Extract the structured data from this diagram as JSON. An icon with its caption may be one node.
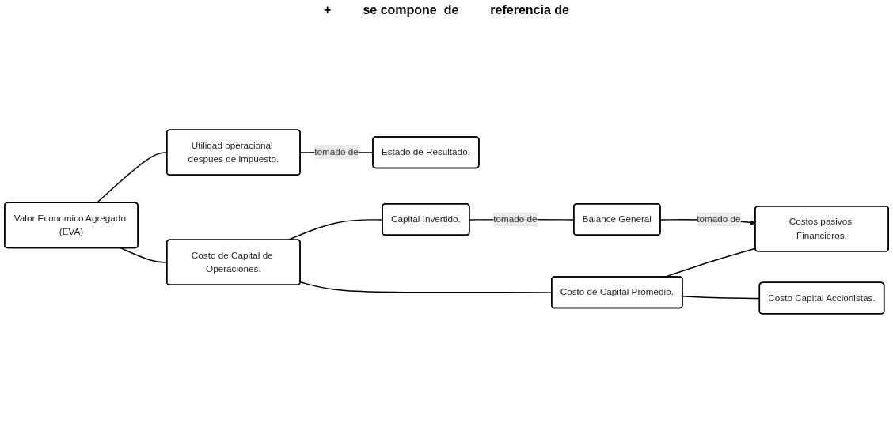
{
  "diagram": {
    "nodes": [
      {
        "text": [
          "Valor Economico Agregado (EVA)"
        ]
      },
      {
        "text": [
          "Utilidad operacional despues de impuesto."
        ]
      },
      {
        "text": [
          "Estado de Resultado."
        ]
      },
      {
        "text": [
          "Capital Invertido."
        ]
      },
      {
        "text": [
          "Balance General"
        ]
      },
      {
        "text": [
          "Costo de Capital de Operaciones."
        ]
      },
      {
        "text": [
          "Costo de Capital Promedio."
        ]
      },
      {
        "text": [
          "Costos pasivos Financieros."
        ]
      },
      {
        "text": [
          "Costo Capital Accionistas."
        ]
      }
    ],
    "edges": [
      {
        "from": 0,
        "to": 1,
        "arrow": "none"
      },
      {
        "from": 0,
        "to": 5,
        "arrow": "none"
      },
      {
        "from": 1,
        "to": 2,
        "arrow": "none",
        "label": "tomado de"
      },
      {
        "from": 5,
        "to": 3,
        "arrow": "none"
      },
      {
        "from": 5,
        "to": 6,
        "arrow": "none"
      },
      {
        "from": 3,
        "to": 4,
        "arrow": "none",
        "label": "tomado de"
      },
      {
        "from": 4,
        "to": 7,
        "arrow": "to",
        "label": "tomado de"
      },
      {
        "from": 6,
        "to": 7,
        "arrow": "none"
      },
      {
        "from": 6,
        "to": 8,
        "arrow": "none"
      }
    ],
    "labels": [
      "+",
      "se compone  de",
      "referencia de"
    ]
  }
}
